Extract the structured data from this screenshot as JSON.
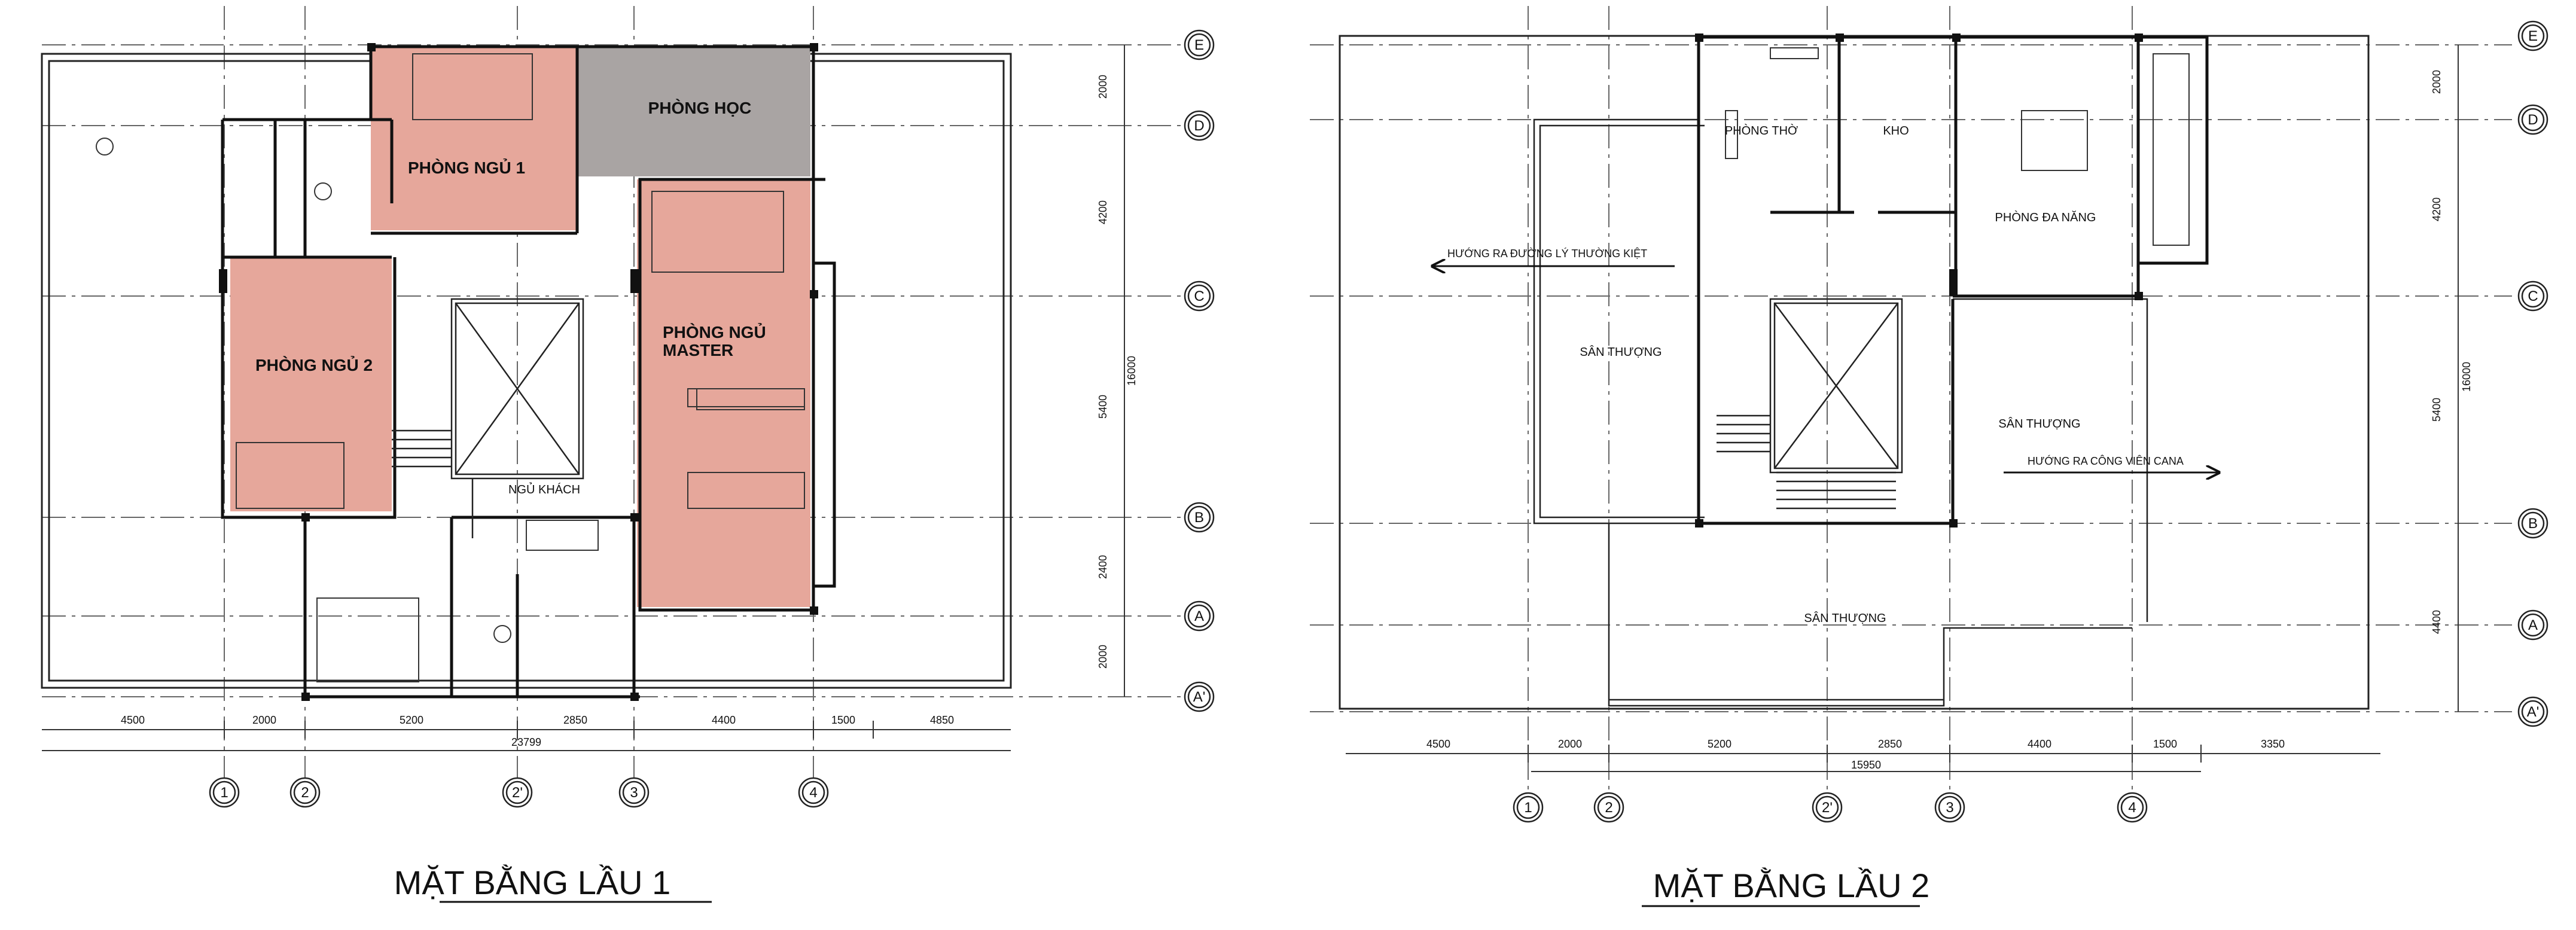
{
  "colors": {
    "bedroom_fill": "#e6a79b",
    "study_fill": "#a9a4a3",
    "wall": "#111111",
    "grid_line": "#555555"
  },
  "plan1": {
    "title": "MẶT BẰNG LẦU 1",
    "rooms": {
      "bedroom1": "PHÒNG NGỦ 1",
      "study": "PHÒNG HỌC",
      "bedroom2": "PHÒNG NGỦ 2",
      "master_line1": "PHÒNG NGỦ",
      "master_line2": "MASTER",
      "living": "NGỦ KHÁCH"
    },
    "row_axes": [
      "E",
      "D",
      "C",
      "B",
      "A",
      "A'"
    ],
    "row_dims": [
      "2000",
      "4200",
      "5400",
      "2400",
      "2000"
    ],
    "total_row_dim": "16000",
    "col_axes": [
      "1",
      "2",
      "2'",
      "3",
      "4"
    ],
    "col_dims": [
      "4500",
      "2000",
      "5200",
      "2850",
      "4400",
      "1500",
      "4850"
    ],
    "total_col_dim": "23799"
  },
  "plan2": {
    "title": "MẶT BẰNG LẦU 2",
    "rooms": {
      "worship": "PHÒNG THỜ",
      "storage": "KHO",
      "multi": "PHÒNG ĐA NĂNG",
      "terrace_left": "SÂN THƯỢNG",
      "terrace_right": "SÂN THƯỢNG",
      "terrace_bottom": "SÂN THƯỢNG"
    },
    "arrows": {
      "left": "HƯỚNG RA ĐƯỜNG LÝ THƯỜNG KIỆT",
      "right": "HƯỚNG RA CÔNG VIÊN CANA"
    },
    "row_axes": [
      "E",
      "D",
      "C",
      "B",
      "A",
      "A'"
    ],
    "row_dims": [
      "2000",
      "4200",
      "5400",
      "4400"
    ],
    "total_row_dim": "16000",
    "col_axes": [
      "1",
      "2",
      "2'",
      "3",
      "4"
    ],
    "col_dims": [
      "4500",
      "2000",
      "5200",
      "2850",
      "4400",
      "1500",
      "3350"
    ],
    "total_col_dim": "15950"
  }
}
